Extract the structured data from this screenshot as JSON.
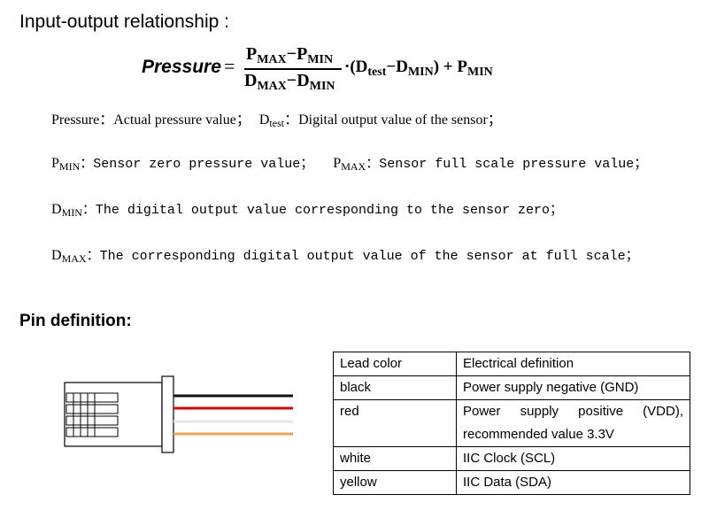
{
  "section_io": {
    "title": "Input-output relationship :"
  },
  "formula": {
    "lhs": "Pressure",
    "equals": "=",
    "num_a": "P",
    "num_a_sub": "MAX",
    "num_minus": "−",
    "num_b": "P",
    "num_b_sub": "MIN",
    "den_a": "D",
    "den_a_sub": "MAX",
    "den_minus": "−",
    "den_b": "D",
    "den_b_sub": "MIN",
    "dot_open": "·(D",
    "test_sub": "test",
    "mid_minus": "−D",
    "min_sub": "MIN",
    "close_plus": ") + P",
    "pmin_sub": "MIN"
  },
  "definitions": {
    "pressure_term": "Pressure",
    "pressure_desc": "：Actual pressure value；",
    "dtest_term": "D",
    "dtest_sub": "test",
    "dtest_desc": "：Digital output value of the sensor；",
    "pmin_term": "P",
    "pmin_sub": "MIN",
    "pmin_desc": "：Sensor zero pressure value；",
    "pmax_term": "P",
    "pmax_sub": "MAX",
    "pmax_desc": "：Sensor full scale pressure value；",
    "dmin_term": "D",
    "dmin_sub": "MIN",
    "dmin_desc": "：The digital output value corresponding to the sensor zero；",
    "dmax_term": "D",
    "dmax_sub": "MAX",
    "dmax_desc": "：The corresponding digital output value of the sensor at full scale；"
  },
  "section_pin": {
    "title": "Pin definition:"
  },
  "wire_colors": {
    "black": "#111111",
    "red": "#e00000",
    "white": "#e6e6e6",
    "yellow": "#f0a050"
  },
  "pin_table": {
    "header": [
      "Lead color",
      "Electrical definition"
    ],
    "rows": [
      {
        "color": "black",
        "definition": "Power supply negative (GND)"
      },
      {
        "color": "red",
        "definition_words": [
          "Power",
          "supply",
          "positive",
          "(VDD),"
        ],
        "definition_line2": "recommended value 3.3V"
      },
      {
        "color": "white",
        "definition": "IIC Clock (SCL)"
      },
      {
        "color": "yellow",
        "definition": "IIC Data (SDA)"
      }
    ]
  }
}
